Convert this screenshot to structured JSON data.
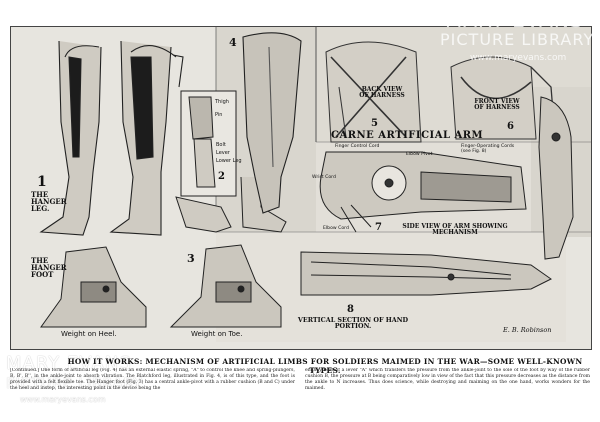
{
  "watermark": {
    "line1": "MARY EVANS",
    "line2": "PICTURE LIBRARY",
    "url": "www.maryevans.com"
  },
  "labels": {
    "fig1": "1",
    "hanger_leg": "THE HANGER LEG.",
    "hanger_foot": "THE HANGER FOOT",
    "weight_heel": "Weight on Heel.",
    "weight_toe": "Weight on Toe.",
    "fig2": "2",
    "thigh": "Thigh",
    "pin": "Pin",
    "bolt": "Bolt",
    "lever": "Lever",
    "lower_leg": "Lower Leg",
    "fig3": "3",
    "fig4": "4",
    "fig5": "5",
    "back_view": "BACK VIEW OF HARNESS",
    "fig6": "6",
    "front_view": "FRONT VIEW OF HARNESS",
    "carne_title": "CARNE ARTIFICIAL ARM",
    "finger_control": "Finger Control Cord",
    "elbow_pivot": "Elbow Pivot",
    "finger_operating": "Finger-Operating Cords (see Fig. 8)",
    "wrist_cord": "Wrist Cord",
    "elbow_cord": "Elbow Cord",
    "fig7": "7",
    "side_view": "SIDE VIEW OF ARM SHOWING MECHANISM",
    "fig8": "8",
    "vertical_section": "VERTICAL SECTION OF HAND PORTION.",
    "signature": "E. B. Robinson"
  },
  "caption": {
    "headline": "HOW IT WORKS: MECHANISM OF ARTIFICIAL LIMBS FOR SOLDIERS MAIMED IN THE WAR—SOME WELL-KNOWN TYPES.",
    "continued": "[Continued.]",
    "col1": "One form of artificial leg (Fig. 4) has an external elastic spring, \"A\" to control the knee and spring-plungers, B, B', B'', in the ankle-joint to absorb vibration. The Blatchford leg, illustrated in Fig. 4, is of this type, and the foot is provided with a felt flexible toe. The Hanger foot (Fig. 3) has a central ankle-pivot with a rubber cushion (B and C) under the heel and instep, the interesting point in the device being the",
    "col2": "employment of a lever \"A\" which transfers the pressure from the ankle-joint to the sole of the foot by way of the rubber cushion B, the pressure at B being comparatively low in view of the fact that this pressure decreases as the distance from the ankle to N increases. Thus does science, while destroying and maiming on the one hand, works wonders for the maimed."
  }
}
